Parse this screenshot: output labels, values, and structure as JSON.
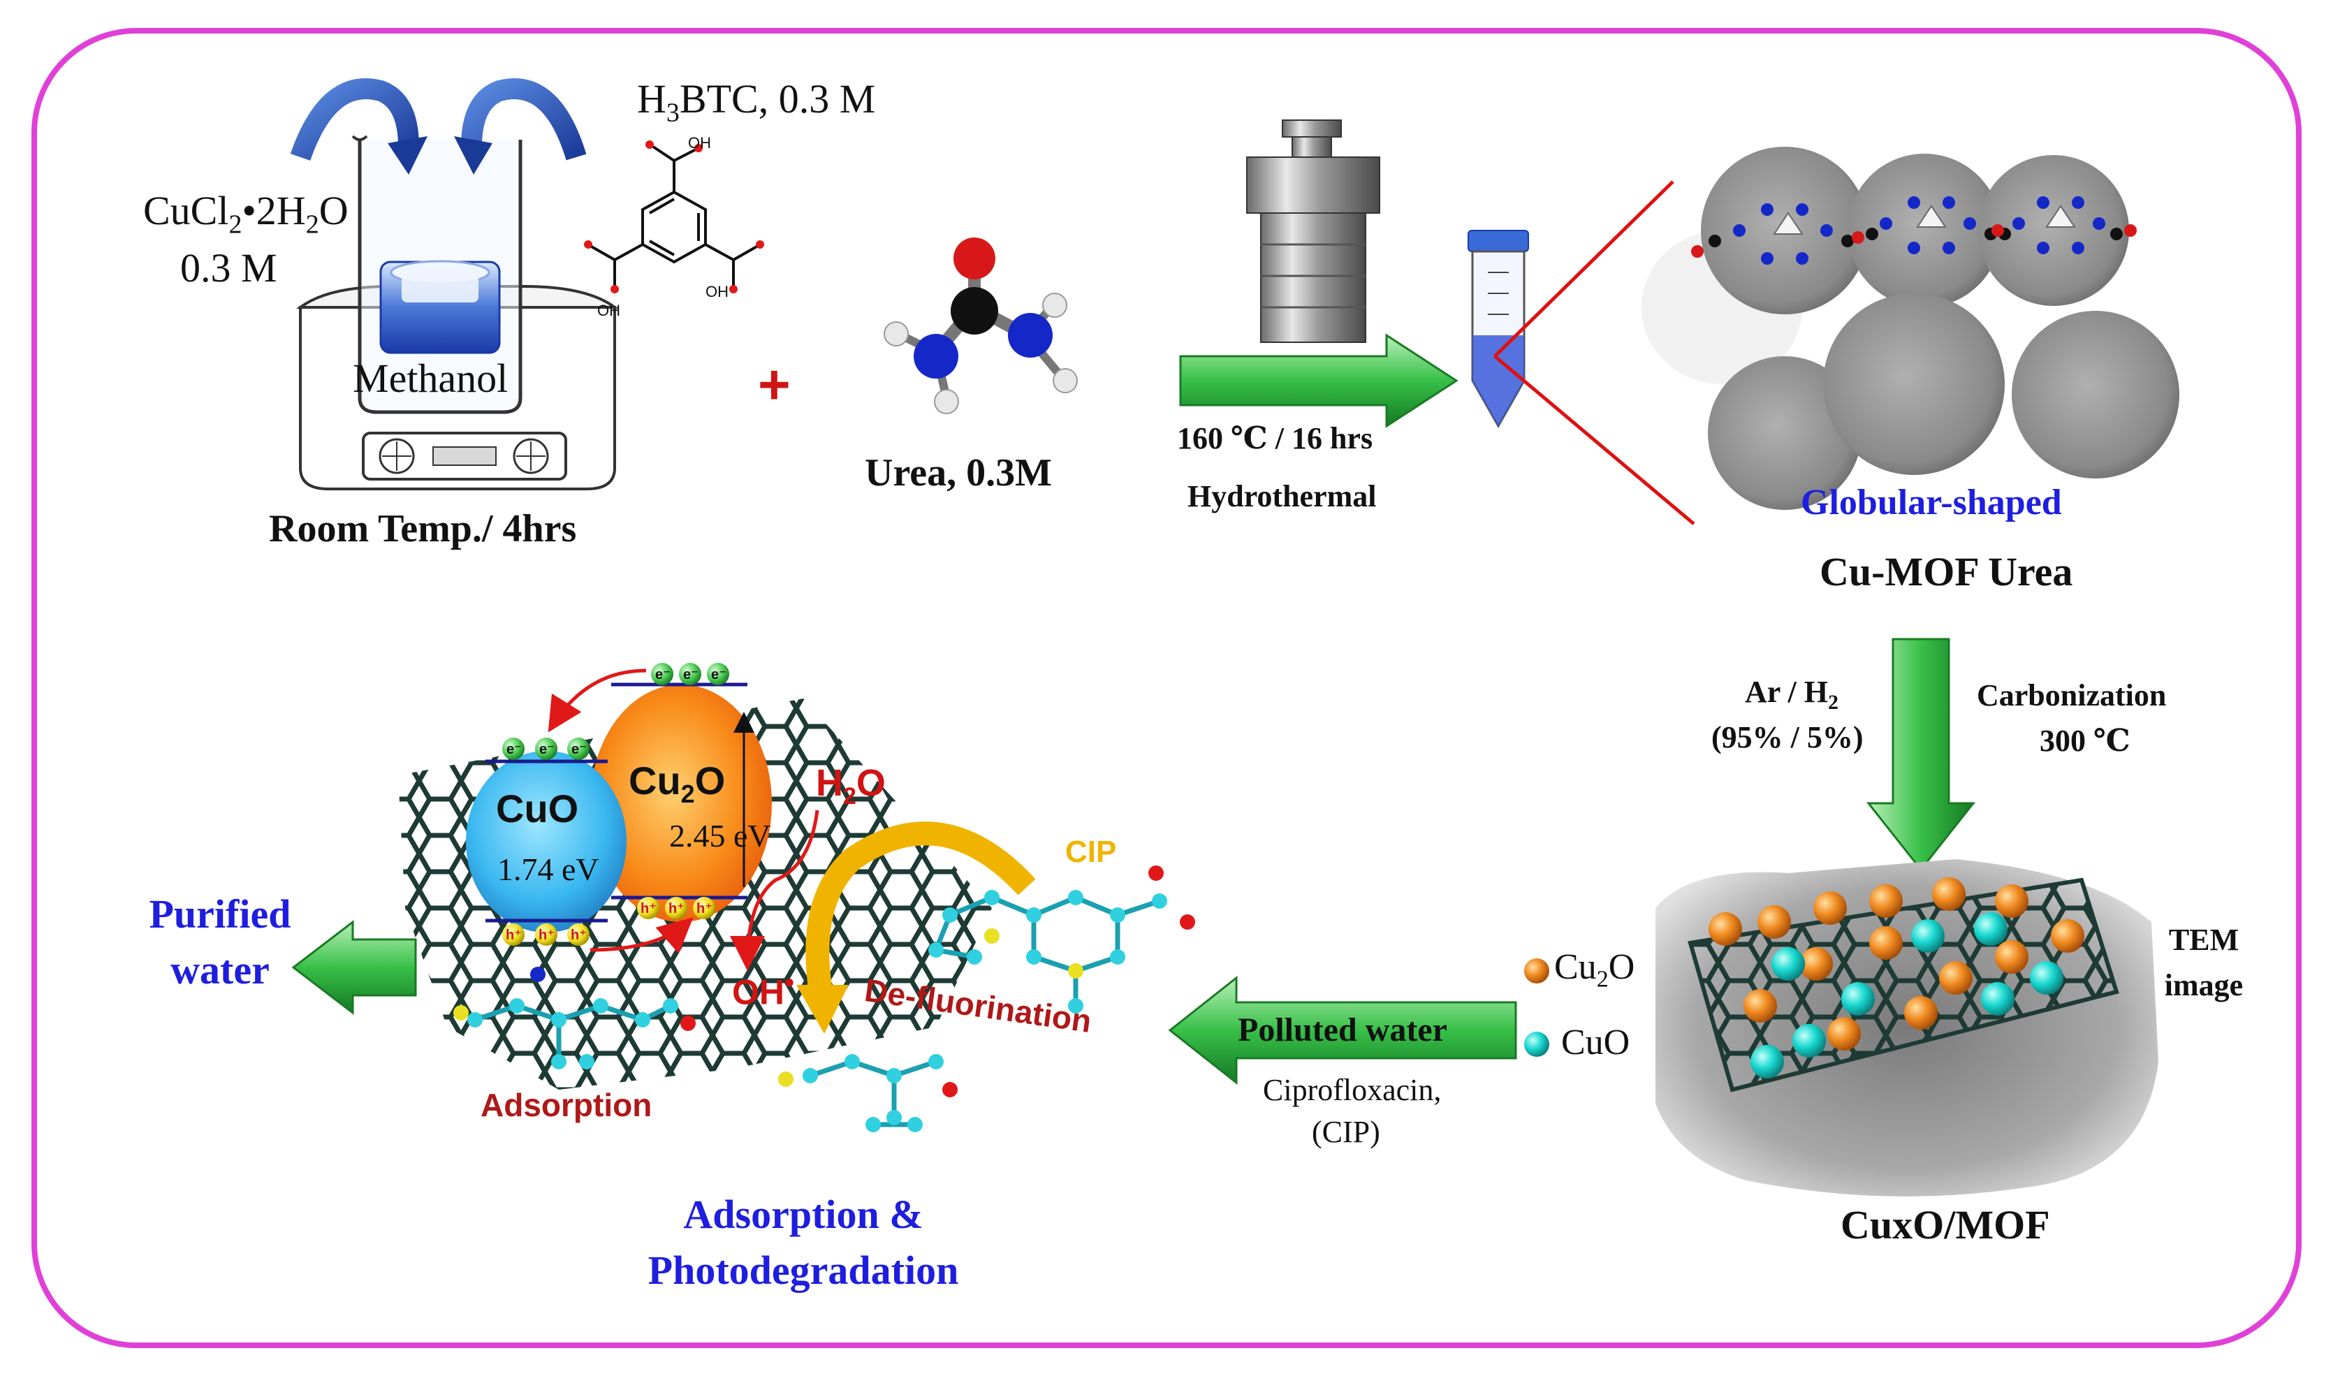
{
  "synthesis": {
    "reagent_h3btc_main": "H",
    "reagent_h3btc_sub": "3",
    "reagent_h3btc_tail": "BTC, 0.3 M",
    "reagent_cucl2_a": "CuCl",
    "reagent_cucl2_sub1": "2",
    "reagent_cucl2_b": "•2H",
    "reagent_cucl2_sub2": "2",
    "reagent_cucl2_c": "O",
    "reagent_cucl2_conc": "0.3 M",
    "solvent": "Methanol",
    "condition": "Room Temp./ 4hrs",
    "plus": "+",
    "urea": "Urea, 0.3M",
    "hydrothermal_temp": "160 ℃ / 16 hrs",
    "hydrothermal_label": "Hydrothermal",
    "morphology": "Globular-shaped",
    "product": "Cu-MOF Urea",
    "cooh_labels": [
      "OH",
      "OH",
      "OH"
    ]
  },
  "carbonization": {
    "gas_a": "Ar / H",
    "gas_sub": "2",
    "gas_ratio": "(95% / 5%)",
    "process": "Carbonization",
    "temperature": "300 ℃",
    "tem_line1": "TEM",
    "tem_line2": "image",
    "legend_cu2o_a": "Cu",
    "legend_cu2o_sub": "2",
    "legend_cu2o_b": "O",
    "legend_cuo": "CuO",
    "product": "CuxO/MOF",
    "cu2o_color": "#f08a20",
    "cuo_color": "#18d8d0"
  },
  "degradation": {
    "polluted_water": "Polluted water",
    "pollutant_line1": "Ciprofloxacin,",
    "pollutant_line2": "(CIP)",
    "purified_line1": "Purified",
    "purified_line2": "water",
    "cuo_label": "CuO",
    "cuo_gap": "1.74 eV",
    "cu2o_label_a": "Cu",
    "cu2o_label_sub": "2",
    "cu2o_label_b": "O",
    "cu2o_gap": "2.45 eV",
    "water_a": "H",
    "water_sub": "2",
    "water_b": "O",
    "hydroxyl": "OH",
    "radical_dot": "•",
    "cip": "CIP",
    "defluorination": "De-fluorination",
    "adsorption": "Adsorption",
    "result_line1": "Adsorption &",
    "result_line2": "Photodegradation",
    "electron": "e⁻",
    "hole": "h⁺",
    "cuo_color": "#3ab8f0",
    "cu2o_color": "#f06a10"
  }
}
